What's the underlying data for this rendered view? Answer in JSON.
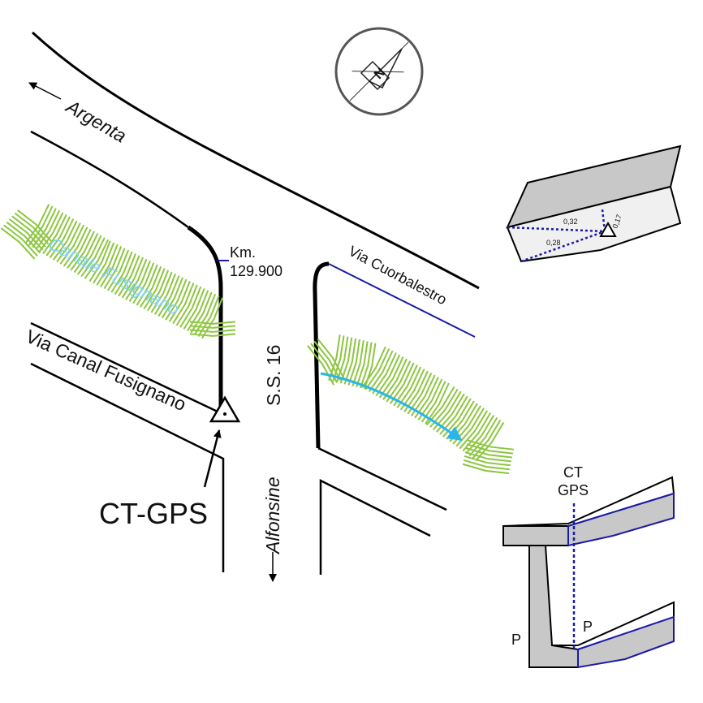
{
  "labels": {
    "argenta": "Argenta",
    "alfonsine": "Alfonsine",
    "via_cuorbalestro": "Via Cuorbalestro",
    "via_canal_fusignano": "Via Canal Fusignano",
    "canale_fusignano": "Canale Fusignano",
    "ss16": "S.S. 16",
    "km_line1": "Km.",
    "km_line2": "129.900",
    "ct_gps": "CT-GPS",
    "compass_n": "N"
  },
  "inset_top": {
    "d1": "0,32",
    "d2": "0,28",
    "d3": "0,17"
  },
  "inset_bottom": {
    "ct": "CT",
    "gps": "GPS",
    "p_left": "P",
    "p_right": "P"
  },
  "colors": {
    "road": "#000000",
    "canal_hatch": "#8cc63f",
    "flow_arrow": "#29b6e8",
    "canal_label": "#7fd4f0",
    "blue_line": "#1a1aa8",
    "compass_ring": "#555555",
    "inset_fill": "#c8c8c8"
  }
}
